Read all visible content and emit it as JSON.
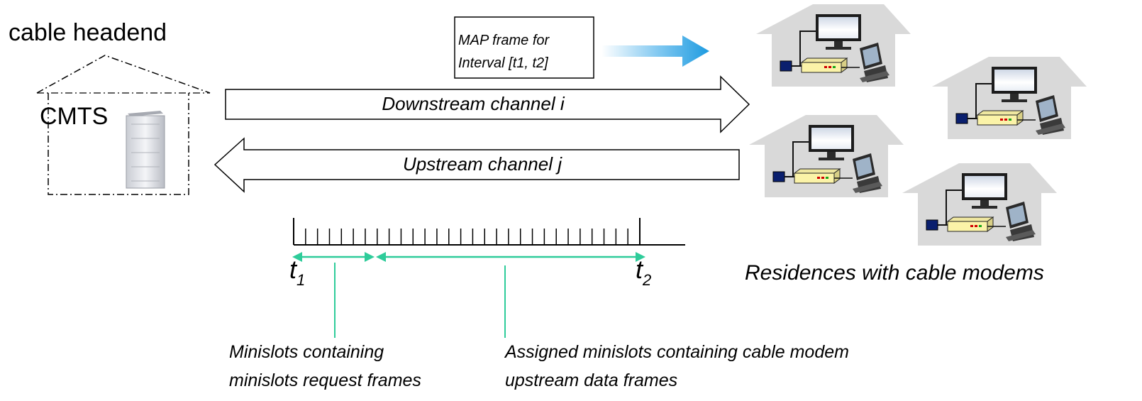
{
  "headend": {
    "title": "cable headend",
    "cmts_label": "CMTS"
  },
  "map_frame": {
    "line1": "MAP frame for",
    "line2": "Interval [t1, t2]"
  },
  "channels": {
    "downstream": "Downstream channel i",
    "upstream": "Upstream channel j"
  },
  "timeline": {
    "t1_base": "t",
    "t1_sub": "1",
    "t2_base": "t",
    "t2_sub": "2",
    "minislot_ticks": 28
  },
  "annotations": {
    "request_line1": "Minislots containing",
    "request_line2": "minislots request frames",
    "data_line1": "Assigned minislots containing cable modem",
    "data_line2": "upstream data frames"
  },
  "residences": {
    "caption": "Residences with cable modems",
    "count": 4
  },
  "colors": {
    "teal": "#2ecc9a",
    "house": "#d9d9d9",
    "modem": "#fbf3a8",
    "modem_port": "#0a1f6e",
    "arrow_blue": "#1e9be0"
  }
}
